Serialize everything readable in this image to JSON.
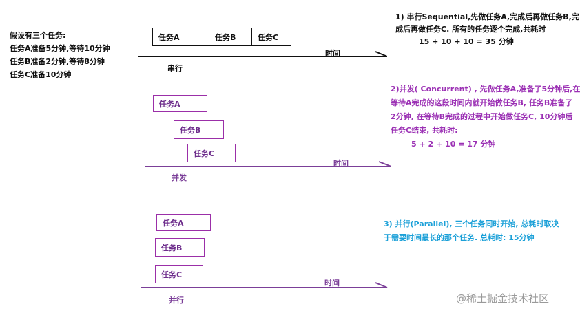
{
  "intro": [
    "假设有三个任务:",
    "任务A准备5分钟,等待10分钟",
    "任务B准备2分钟,等待8分钟",
    "任务C准备10分钟"
  ],
  "axis_label": "时间",
  "sequential": {
    "tasks": [
      "任务A",
      "任务B",
      "任务C"
    ],
    "label": "串行",
    "desc_lines": [
      "1) 串行Sequential,先做任务A,完成后再做任务B,完",
      "成后再做任务C. 所有的任务逐个完成,共耗时",
      "15 + 10 + 10 = 35 分钟"
    ]
  },
  "concurrent": {
    "tasks": [
      "任务A",
      "任务B",
      "任务C"
    ],
    "label": "并发",
    "desc_lines": [
      "2)并发( Concurrent) , 先做任务A,准备了5分钟后,在",
      "等待A完成的这段时间内就开始做任务B, 任务B准备了",
      "2分钟, 在等待B完成的过程中开始做任务C, 10分钟后",
      "任务C结束, 共耗时:",
      "5 + 2 + 10 = 17 分钟"
    ]
  },
  "parallel": {
    "tasks": [
      "任务A",
      "任务B",
      "任务C"
    ],
    "label": "并行",
    "desc_lines": [
      "3) 并行(Parallel), 三个任务同时开始, 总耗时取决",
      "于需要时间最长的那个任务. 总耗时: 15分钟"
    ]
  },
  "watermark": "@稀土掘金技术社区",
  "colors": {
    "black": "#111111",
    "purple": "#9b30b4",
    "blue": "#1ba0d8"
  }
}
